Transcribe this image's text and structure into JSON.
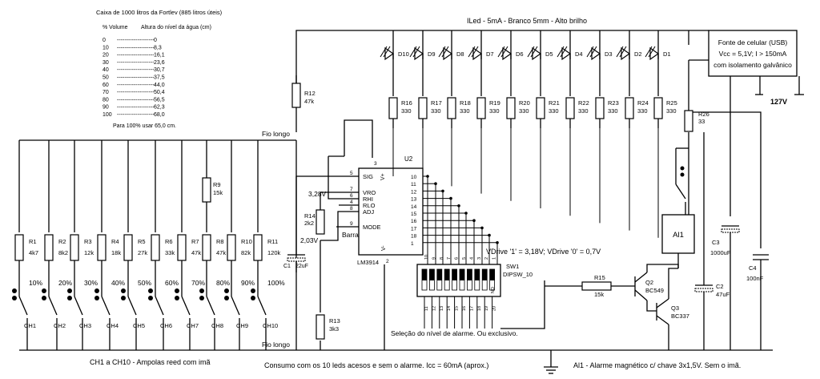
{
  "table": {
    "title": "Caixa de 1000 litros da Fortlev (885 litros úteis)",
    "col_volume": "% Volume",
    "col_height": "Altura do nível da água (cm)",
    "rows": [
      {
        "pct": "0",
        "h": "0"
      },
      {
        "pct": "10",
        "h": "8,3"
      },
      {
        "pct": "20",
        "h": "16,1"
      },
      {
        "pct": "30",
        "h": "23,6"
      },
      {
        "pct": "40",
        "h": "30,7"
      },
      {
        "pct": "50",
        "h": "37,5"
      },
      {
        "pct": "60",
        "h": "44,0"
      },
      {
        "pct": "70",
        "h": "50,4"
      },
      {
        "pct": "80",
        "h": "56,5"
      },
      {
        "pct": "90",
        "h": "62,3"
      },
      {
        "pct": "100",
        "h": "68,0"
      }
    ],
    "note": "Para 100% usar 65,0 cm."
  },
  "led_title": "ILed - 5mA - Branco 5mm - Alto brilho",
  "power": {
    "line1": "Fonte de celular (USB)",
    "line2": "Vcc = 5,1V; I > 150mA",
    "line3": "com isolamento galvânico",
    "mains": "127V"
  },
  "fio_longo_top": "Fio longo",
  "fio_longo_bottom": "Fio longo",
  "sensors": [
    {
      "r": "R1",
      "v": "4k7",
      "pct": "10%",
      "ch": "CH1"
    },
    {
      "r": "R2",
      "v": "8k2",
      "pct": "20%",
      "ch": "CH2"
    },
    {
      "r": "R3",
      "v": "12k",
      "pct": "30%",
      "ch": "CH3"
    },
    {
      "r": "R4",
      "v": "18k",
      "pct": "40%",
      "ch": "CH4"
    },
    {
      "r": "R5",
      "v": "27k",
      "pct": "50%",
      "ch": "CH5"
    },
    {
      "r": "R6",
      "v": "33k",
      "pct": "60%",
      "ch": "CH6"
    },
    {
      "r": "R7",
      "v": "47k",
      "pct": "70%",
      "ch": "CH7"
    },
    {
      "r": "R8",
      "v": "47k",
      "pct": "80%",
      "ch": "CH8"
    },
    {
      "r": "R10",
      "v": "82k",
      "pct": "90%",
      "ch": "CH9"
    },
    {
      "r": "R11",
      "v": "120k",
      "pct": "100%",
      "ch": "CH10"
    }
  ],
  "r9": {
    "name": "R9",
    "v": "15k"
  },
  "r12": {
    "name": "R12",
    "v": "47k"
  },
  "r13": {
    "name": "R13",
    "v": "3k3"
  },
  "r14": {
    "name": "R14",
    "v": "2k2"
  },
  "r15": {
    "name": "R15",
    "v": "15k"
  },
  "r26": {
    "name": "R26",
    "v": "33"
  },
  "c1": {
    "name": "C1",
    "v": "22uF"
  },
  "c2": {
    "name": "C2",
    "v": "47uF"
  },
  "c3": {
    "name": "C3",
    "v": "1000uF"
  },
  "c4": {
    "name": "C4",
    "v": "100nF"
  },
  "v328": "3,28V",
  "v203": "2,03V",
  "barra": "Barra",
  "ic": {
    "name": "U2",
    "part": "LM3914",
    "pins_left": [
      {
        "n": "5",
        "label": "SIG"
      },
      {
        "n": "7",
        "label": "VRO"
      },
      {
        "n": "6",
        "label": "RHI"
      },
      {
        "n": "4",
        "label": "RLO"
      },
      {
        "n": "8",
        "label": "ADJ"
      },
      {
        "n": "9",
        "label": "MODE"
      }
    ],
    "vplus": "V+",
    "vminus": "V-",
    "pin3": "3",
    "pin2": "2",
    "pins_right": [
      "10",
      "11",
      "12",
      "13",
      "14",
      "15",
      "16",
      "17",
      "18",
      "1"
    ],
    "outs": [
      "10",
      "9",
      "8",
      "7",
      "6",
      "5",
      "4",
      "3",
      "2",
      "1"
    ]
  },
  "leds": [
    "D10",
    "D9",
    "D8",
    "D7",
    "D6",
    "D5",
    "D4",
    "D3",
    "D2",
    "D1"
  ],
  "led_res": [
    {
      "r": "R16",
      "v": "330"
    },
    {
      "r": "R17",
      "v": "330"
    },
    {
      "r": "R18",
      "v": "330"
    },
    {
      "r": "R19",
      "v": "330"
    },
    {
      "r": "R20",
      "v": "330"
    },
    {
      "r": "R21",
      "v": "330"
    },
    {
      "r": "R22",
      "v": "330"
    },
    {
      "r": "R23",
      "v": "330"
    },
    {
      "r": "R24",
      "v": "330"
    },
    {
      "r": "R25",
      "v": "330"
    }
  ],
  "dip": {
    "name": "SW1",
    "part": "DIPSW_10",
    "on": "ON",
    "top_pins": [
      "10",
      "9",
      "8",
      "7",
      "6",
      "5",
      "4",
      "3",
      "2",
      "1"
    ],
    "bot_pins": [
      "11",
      "12",
      "13",
      "14",
      "15",
      "16",
      "17",
      "18",
      "19",
      "20"
    ]
  },
  "vdrive": "VDrive '1' = 3,18V; VDrive '0' = 0,7V",
  "q2": {
    "name": "Q2",
    "part": "BC549"
  },
  "q3": {
    "name": "Q3",
    "part": "BC337"
  },
  "al1": "Al1",
  "selection_note": "Seleção do nível de alarme. Ou exclusivo.",
  "caption_reed": "CH1 a CH10 - Ampolas reed com imã",
  "caption_consumo": "Consumo com os 10 leds acesos e sem o alarme. Icc = 60mA (aprox.)",
  "caption_alarm": "Al1 - Alarme magnético c/ chave 3x1,5V. Sem o imã."
}
